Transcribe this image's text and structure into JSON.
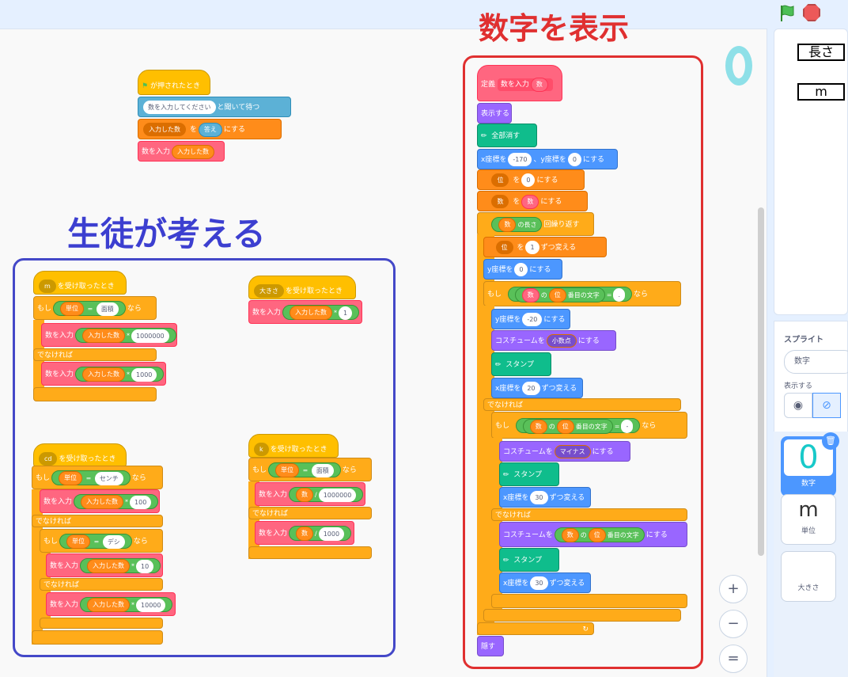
{
  "annotations": {
    "red_title": "数字を表示",
    "blue_title": "生徒が考える"
  },
  "flag_script": {
    "hat": "が押されたとき",
    "ask": "数を入力してください",
    "ask_suffix": "と聞いて待つ",
    "set_var": "入力した数",
    "set_to": "を",
    "answer": "答え",
    "set_suffix": "にする",
    "call": "数を入力",
    "call_arg": "入力した数"
  },
  "m_script": {
    "hat_dd": "m",
    "hat_label": "を受け取ったとき",
    "if": "もし",
    "var": "単位",
    "eq": "=",
    "val": "面積",
    "then": "なら",
    "call": "数を入力",
    "arg": "入力した数",
    "mul": "*",
    "n1": "1000000",
    "else": "でなければ",
    "n2": "1000"
  },
  "size_script": {
    "hat_dd": "大きさ",
    "hat_label": "を受け取ったとき",
    "call": "数を入力",
    "arg": "入力した数",
    "mul": "*",
    "n": "1"
  },
  "cd_script": {
    "hat_dd": "cd",
    "hat_label": "を受け取ったとき",
    "if": "もし",
    "var": "単位",
    "eq": "=",
    "val": "センチ",
    "then": "なら",
    "call": "数を入力",
    "arg": "入力した数",
    "mul": "*",
    "n1": "100",
    "else": "でなければ",
    "val2": "デシ",
    "n2": "10",
    "n3": "10000"
  },
  "k_script": {
    "hat_dd": "k",
    "hat_label": "を受け取ったとき",
    "if": "もし",
    "var": "単位",
    "eq": "=",
    "val": "面積",
    "then": "なら",
    "call": "数を入力",
    "arg": "数",
    "div": "/",
    "n1": "1000000",
    "else": "でなければ",
    "n2": "1000"
  },
  "define_script": {
    "define": "定義",
    "name": "数を入力",
    "param": "数",
    "show": "表示する",
    "clear": "全部消す",
    "goto_x": "x座標を",
    "x": "-170",
    "goto_mid": "、y座標を",
    "y": "0",
    "goto_suffix": "にする",
    "v1": "位",
    "to": "を",
    "v1val": "0",
    "set_suffix": "にする",
    "v2": "数",
    "v2val": "数",
    "len_arg": "数",
    "len": "の長さ",
    "repeat": "回繰り返す",
    "change": "位",
    "change_by": "1",
    "change_suffix": "ずつ変える",
    "sety": "y座標を",
    "sety_val": "0",
    "if": "もし",
    "of": "の",
    "letter": "番目の文字",
    "eq": "=",
    "dot": ".",
    "then": "なら",
    "sety2_val": "-20",
    "costume": "コスチュームを",
    "costume1": "小数点",
    "stamp": "スタンプ",
    "changex": "x座標を",
    "cx1": "20",
    "else": "でなければ",
    "minus": "-",
    "costume2": "マイナス",
    "cx2": "30",
    "cx3": "30",
    "hide": "隠す"
  },
  "stage_monitors": {
    "m1": "長さ",
    "m2": "m"
  },
  "sprite_panel": {
    "title": "スプライト",
    "name": "数字",
    "show": "表示する",
    "tiles": [
      "数字",
      "単位",
      "大きさ"
    ],
    "tile_glyphs": [
      "0",
      "m",
      ""
    ]
  },
  "zoom": {
    "in": "+",
    "out": "−",
    "reset": "="
  }
}
